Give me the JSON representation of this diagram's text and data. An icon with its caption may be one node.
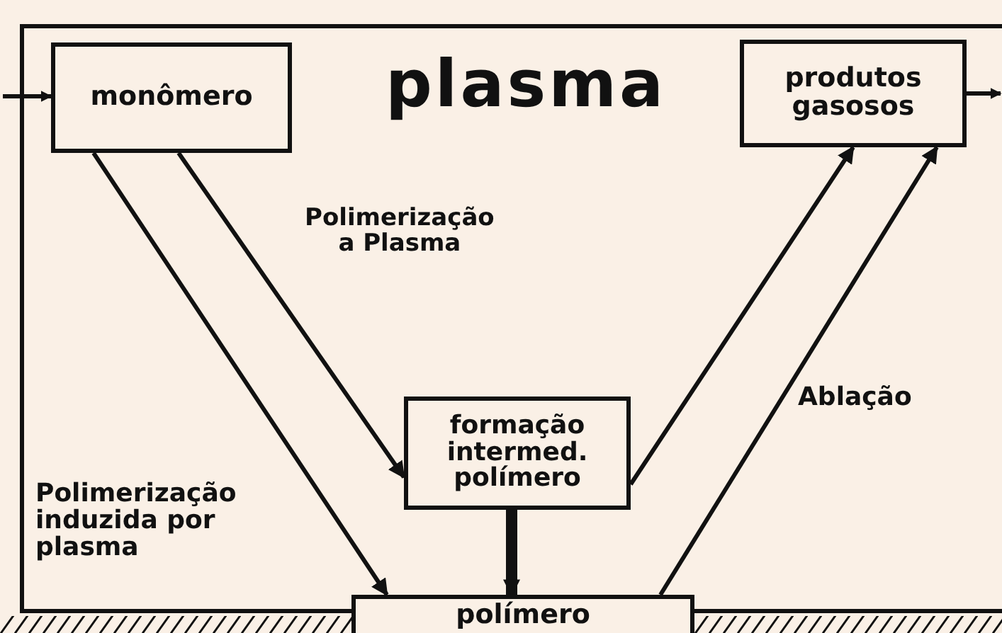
{
  "diagram": {
    "nodes": [
      {
        "text": [
          "plasma"
        ]
      },
      {
        "text": [
          "monômero"
        ],
        "in": 0
      },
      {
        "text": [
          "produtos gasosos"
        ],
        "in": 0
      },
      {
        "text": [
          "formação intermed. polímero"
        ],
        "in": 0
      },
      {
        "text": [
          "polímero"
        ]
      }
    ],
    "edges": [
      {
        "from": null,
        "to": 1,
        "arrow": "to"
      },
      {
        "from": 1,
        "to": 4,
        "arrow": "to",
        "label": "Polimerização induzida por plasma"
      },
      {
        "from": 1,
        "to": 3,
        "arrow": "to",
        "label": "Polimerização a Plasma"
      },
      {
        "from": 3,
        "to": 2,
        "arrow": "to"
      },
      {
        "from": 4,
        "to": 2,
        "arrow": "to",
        "label": "Ablação"
      },
      {
        "from": 3,
        "to": 4,
        "arrow": "to",
        "style": "thick"
      },
      {
        "from": 2,
        "to": null,
        "arrow": "to"
      }
    ]
  }
}
